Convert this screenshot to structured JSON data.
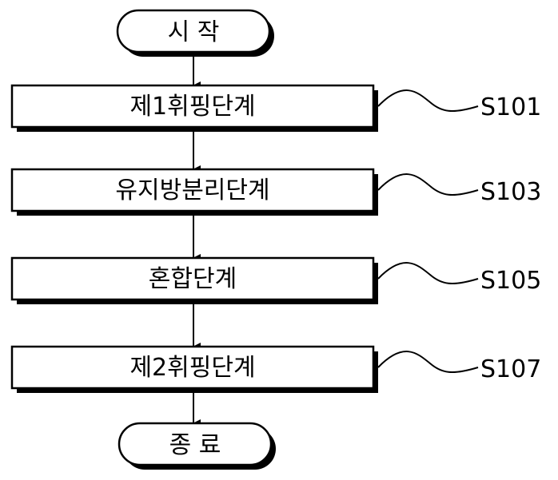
{
  "flowchart": {
    "start": "시 작",
    "end": "종 료",
    "steps": [
      {
        "label": "제1휘핑단계",
        "code": "S101"
      },
      {
        "label": "유지방분리단계",
        "code": "S103"
      },
      {
        "label": "혼합단계",
        "code": "S105"
      },
      {
        "label": "제2휘핑단계",
        "code": "S107"
      }
    ]
  }
}
